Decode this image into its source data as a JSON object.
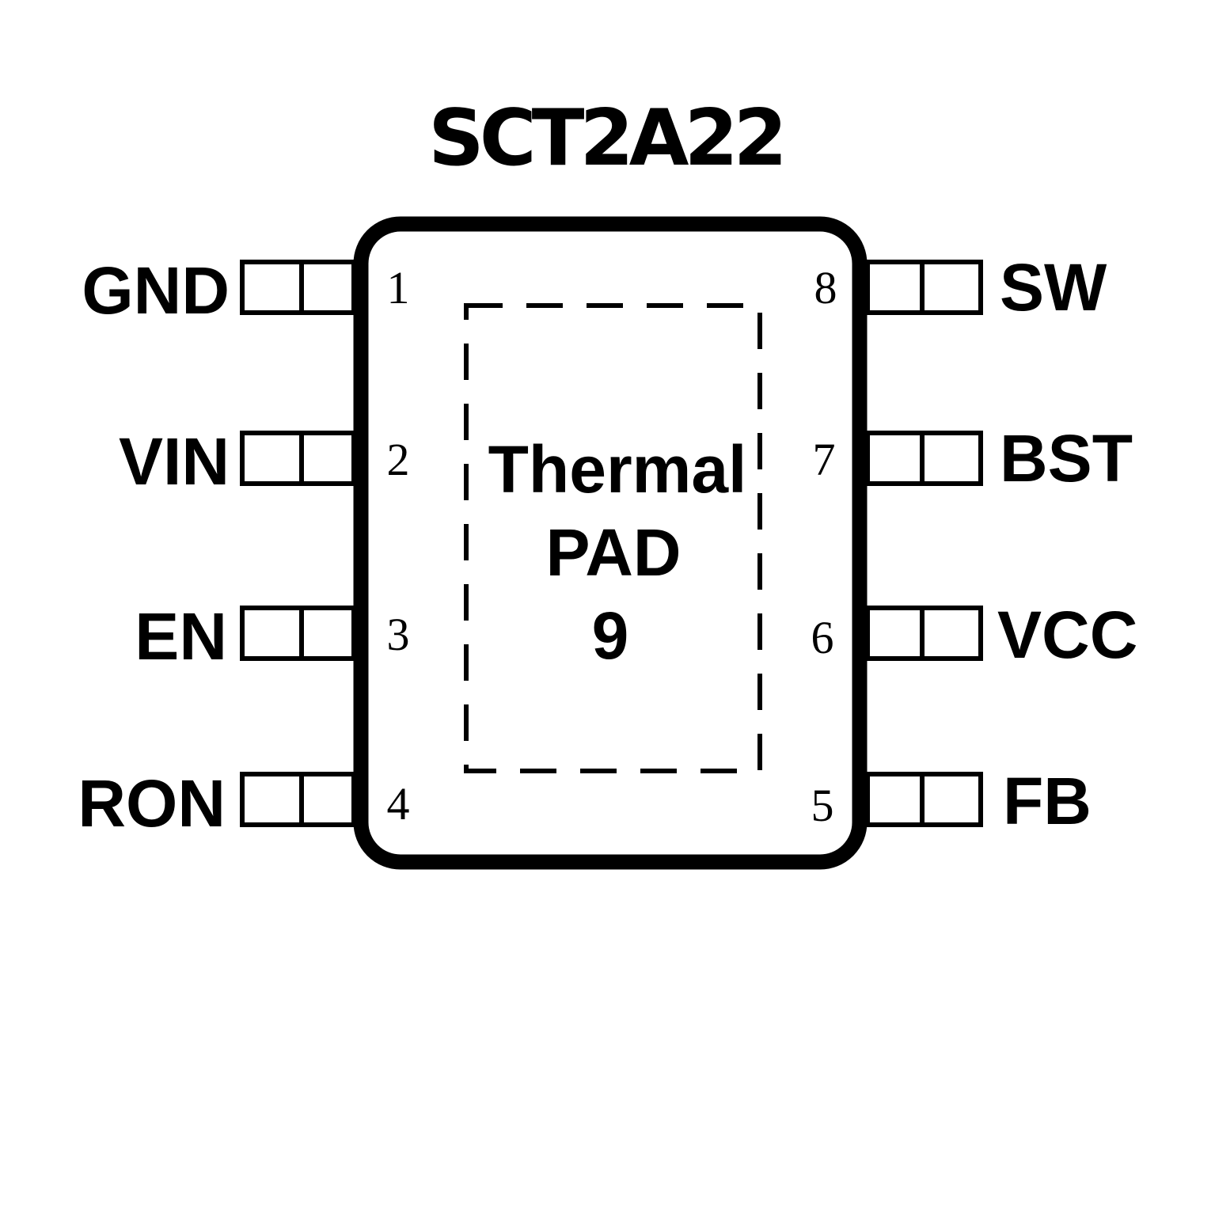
{
  "title": "SCT2A22",
  "left_pins": [
    {
      "number": "1",
      "name": "GND"
    },
    {
      "number": "2",
      "name": "VIN"
    },
    {
      "number": "3",
      "name": "EN"
    },
    {
      "number": "4",
      "name": "RON"
    }
  ],
  "right_pins": [
    {
      "number": "8",
      "name": "SW"
    },
    {
      "number": "7",
      "name": "BST"
    },
    {
      "number": "6",
      "name": "VCC"
    },
    {
      "number": "5",
      "name": "FB"
    }
  ],
  "thermal_pad": {
    "line1": "Thermal",
    "line2": "PAD",
    "number": "9"
  },
  "colors": {
    "stroke": "#000000",
    "background": "#ffffff"
  }
}
